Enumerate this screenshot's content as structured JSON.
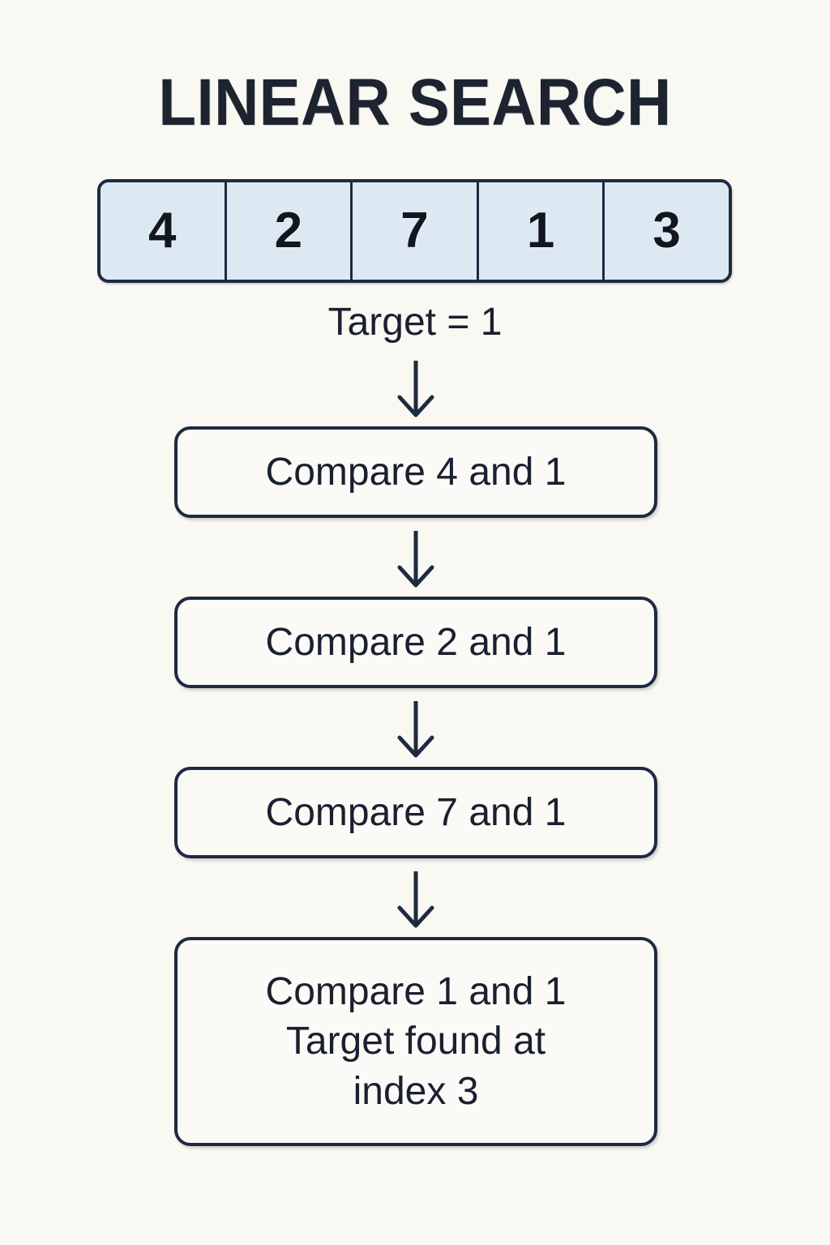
{
  "page": {
    "title": "LINEAR SEARCH",
    "background_color": "#faf8f2",
    "ink_color": "#1e2a41",
    "text_color": "#1a2030",
    "cell_fill_color": "#dce9f3",
    "box_fill_color": "#fbfaf6"
  },
  "array": {
    "label": "array-strip",
    "cells": [
      {
        "index": "0",
        "value": "4"
      },
      {
        "index": "1",
        "value": "2"
      },
      {
        "index": "2",
        "value": "7"
      },
      {
        "index": "3",
        "value": "1"
      },
      {
        "index": "4",
        "value": "3"
      }
    ]
  },
  "target": {
    "label": "Target = 1",
    "value": "1"
  },
  "arrows": [
    {
      "name": "arrow-target-to-step-1",
      "direction": "down"
    },
    {
      "name": "arrow-step-1-to-step-2",
      "direction": "down"
    },
    {
      "name": "arrow-step-2-to-step-3",
      "direction": "down"
    },
    {
      "name": "arrow-step-3-to-step-4",
      "direction": "down"
    }
  ],
  "steps": [
    {
      "name": "step-1",
      "text": "Compare 4 and 1"
    },
    {
      "name": "step-2",
      "text": "Compare 2 and 1"
    },
    {
      "name": "step-3",
      "text": "Compare 7 and 1"
    },
    {
      "name": "step-4",
      "text": "Compare 1 and 1\nTarget found at\nindex 3"
    }
  ],
  "chart_data": {
    "type": "diagram",
    "title": "LINEAR SEARCH",
    "array": [
      4,
      2,
      7,
      1,
      3
    ],
    "target": 1,
    "found_at_index": 3,
    "comparisons": [
      {
        "step": 1,
        "array_value": 4,
        "target": 1,
        "match": false
      },
      {
        "step": 2,
        "array_value": 2,
        "target": 1,
        "match": false
      },
      {
        "step": 3,
        "array_value": 7,
        "target": 1,
        "match": false
      },
      {
        "step": 4,
        "array_value": 1,
        "target": 1,
        "match": true
      }
    ]
  }
}
